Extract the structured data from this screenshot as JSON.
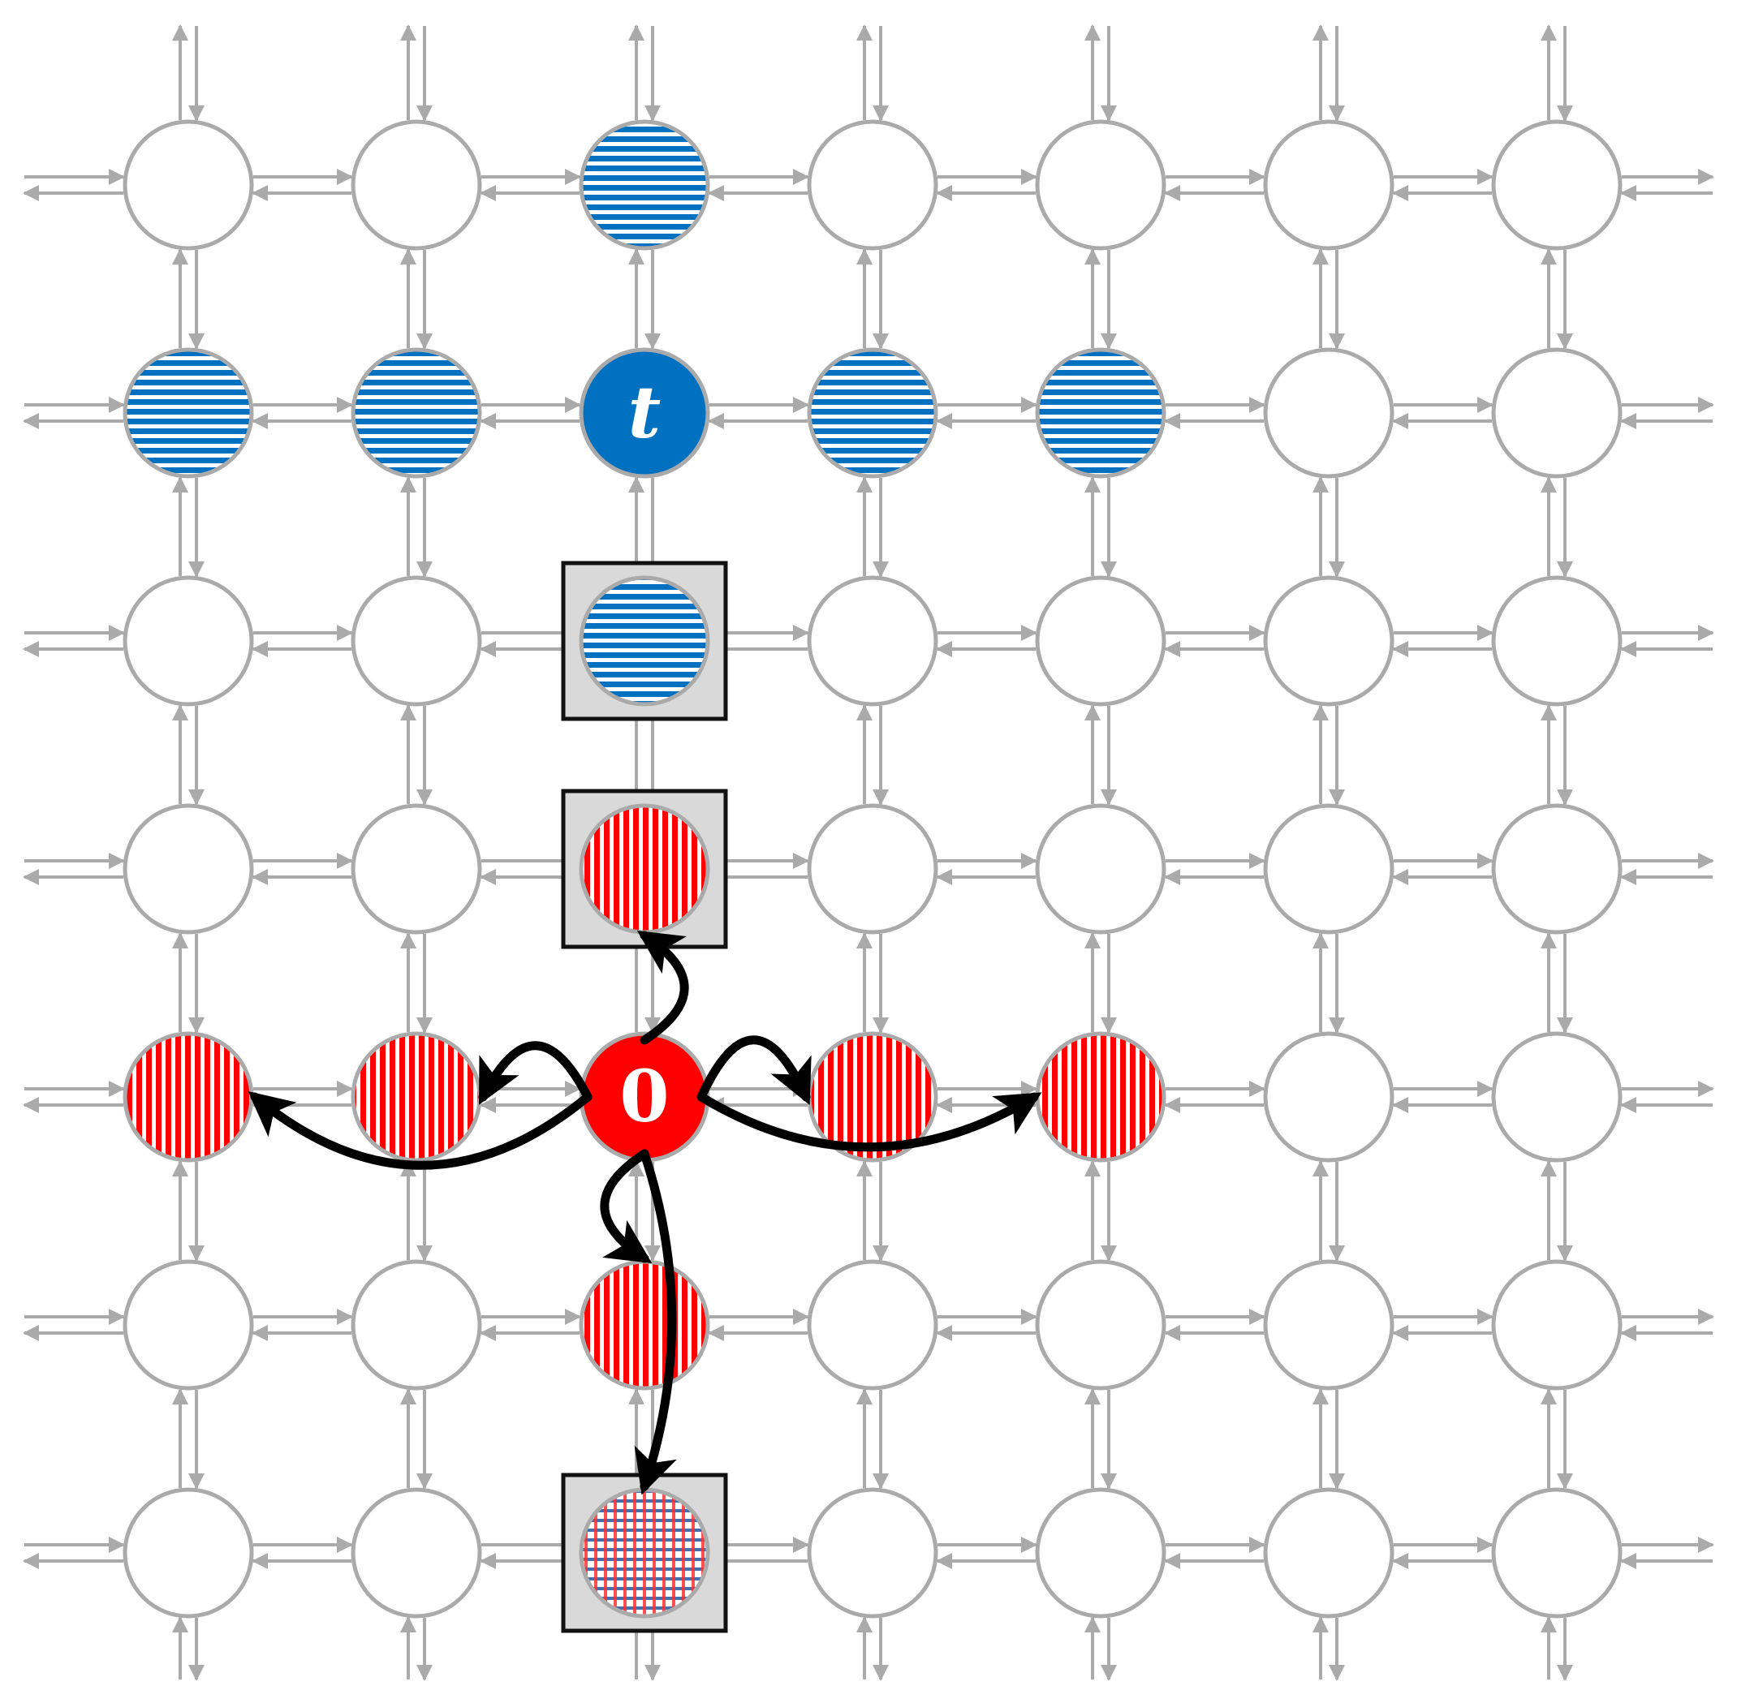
{
  "diagram": {
    "grid": {
      "cols": 7,
      "rows": 7
    },
    "colors": {
      "background": "#ffffff",
      "edge": "#aaaaaa",
      "node_stroke": "#aaaaaa",
      "node_fill": "#ffffff",
      "blue": "#0070c0",
      "red": "#ff0000",
      "box_fill": "#d9d9d9",
      "box_stroke": "#111111",
      "arrow": "#000000",
      "label": "#ffffff"
    },
    "nodes": [
      {
        "c": 2,
        "r": 0,
        "kind": "blue-striped"
      },
      {
        "c": 0,
        "r": 1,
        "kind": "blue-striped"
      },
      {
        "c": 1,
        "r": 1,
        "kind": "blue-striped"
      },
      {
        "c": 2,
        "r": 1,
        "kind": "blue-solid",
        "label": "t"
      },
      {
        "c": 3,
        "r": 1,
        "kind": "blue-striped"
      },
      {
        "c": 4,
        "r": 1,
        "kind": "blue-striped"
      },
      {
        "c": 2,
        "r": 2,
        "kind": "blue-striped",
        "boxed": true
      },
      {
        "c": 2,
        "r": 3,
        "kind": "red-striped",
        "boxed": true
      },
      {
        "c": 0,
        "r": 4,
        "kind": "red-striped"
      },
      {
        "c": 1,
        "r": 4,
        "kind": "red-striped"
      },
      {
        "c": 2,
        "r": 4,
        "kind": "red-solid",
        "label": "0"
      },
      {
        "c": 3,
        "r": 4,
        "kind": "red-striped"
      },
      {
        "c": 4,
        "r": 4,
        "kind": "red-striped"
      },
      {
        "c": 2,
        "r": 5,
        "kind": "red-striped"
      },
      {
        "c": 2,
        "r": 6,
        "kind": "checkered",
        "boxed": true
      }
    ],
    "links": [
      {
        "from": [
          2,
          4
        ],
        "to": [
          2,
          3
        ]
      },
      {
        "from": [
          2,
          4
        ],
        "to": [
          1,
          4
        ]
      },
      {
        "from": [
          2,
          4
        ],
        "to": [
          4,
          4
        ]
      },
      {
        "from": [
          2,
          4
        ],
        "to": [
          0,
          4
        ]
      },
      {
        "from": [
          2,
          4
        ],
        "to": [
          3,
          4
        ]
      },
      {
        "from": [
          2,
          4
        ],
        "to": [
          2,
          5
        ]
      },
      {
        "from": [
          2,
          4
        ],
        "to": [
          2,
          6
        ]
      }
    ]
  }
}
